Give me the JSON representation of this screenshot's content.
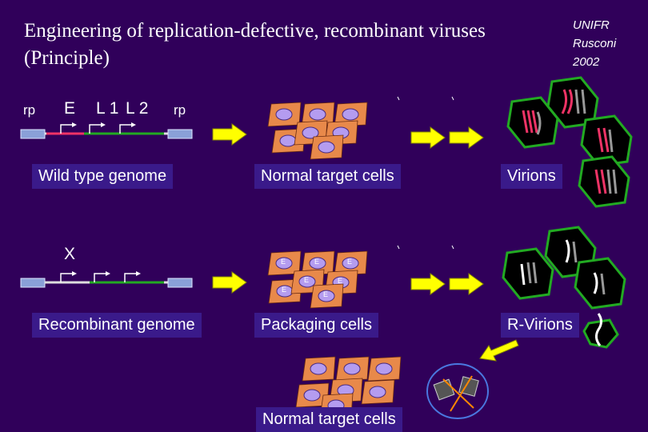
{
  "title_line1": "Engineering of replication-defective, recombinant viruses",
  "title_line2": "(Principle)",
  "credit": [
    "UNIFR",
    "Rusconi",
    "2002"
  ],
  "genome_labels": {
    "rp_left": "rp",
    "e": "E",
    "l1": "L 1",
    "l2": "L 2",
    "rp_right": "rp",
    "x_mark": "X"
  },
  "boxes": {
    "wild_type": "Wild type genome",
    "normal_cells": "Normal target cells",
    "virions": "Virions",
    "recombinant": "Recombinant genome",
    "packaging": "Packaging cells",
    "r_virions": "R-Virions",
    "normal_cells_bottom": "Normal target cells"
  },
  "cell_marker": "E",
  "colors": {
    "background": "#30005a",
    "cell": "#e8894a",
    "nucleus": "#b49cf0",
    "arrow": "#ffff00",
    "capsid": "#22aa22",
    "label_box": "#3a1a8a"
  }
}
